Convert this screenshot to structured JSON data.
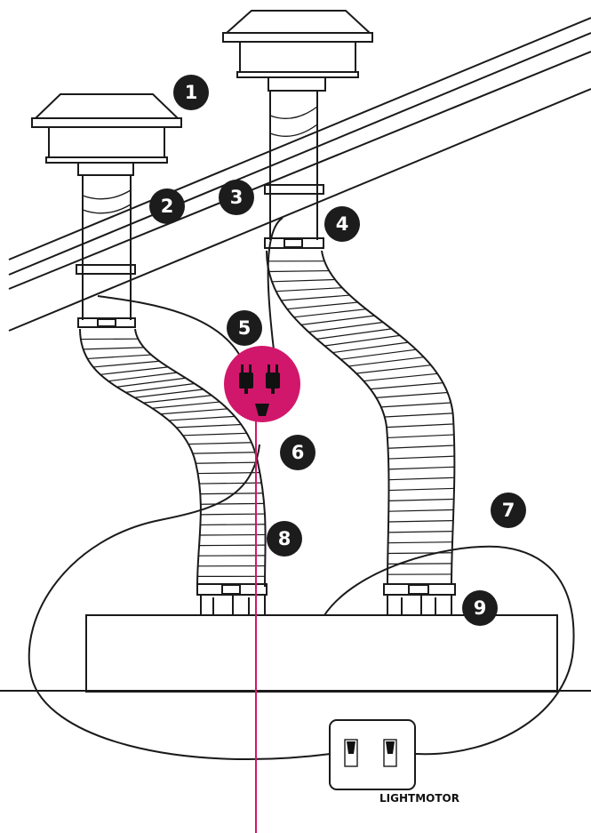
{
  "callouts": [
    {
      "id": 1,
      "label": "1"
    },
    {
      "id": 2,
      "label": "2"
    },
    {
      "id": 3,
      "label": "3"
    },
    {
      "id": 4,
      "label": "4"
    },
    {
      "id": 5,
      "label": "5"
    },
    {
      "id": 6,
      "label": "6"
    },
    {
      "id": 7,
      "label": "7"
    },
    {
      "id": 8,
      "label": "8"
    },
    {
      "id": 9,
      "label": "9"
    }
  ],
  "switch_panel": {
    "label": "LIGHTMOTOR"
  },
  "colors": {
    "accent": "#d1176b",
    "line": "#1a1a1a",
    "callout_bg": "#1c1c1c"
  }
}
